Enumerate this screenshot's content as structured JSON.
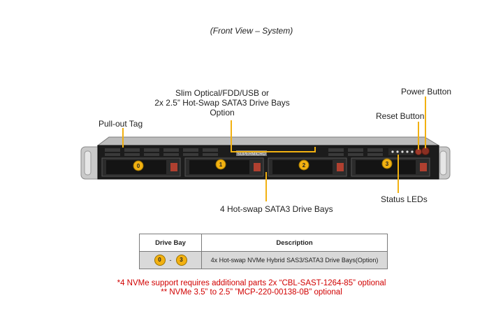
{
  "caption": "(Front View – System)",
  "labels": {
    "pullout_tag": "Pull-out  Tag",
    "slim_optical_lines": [
      "Slim Optical/FDD/USB or",
      "2x 2.5” Hot-Swap  SATA3 Drive Bays",
      "Option"
    ],
    "power_button": "Power Button",
    "reset_button": "Reset Button",
    "status_leds": "Status LEDs",
    "hot_swap_bays": "4 Hot-swap  SATA3 Drive Bays"
  },
  "server": {
    "brand_plate": "SUPERMICRO",
    "bay_numbers": [
      "0",
      "1",
      "2",
      "3"
    ],
    "colors": {
      "accent": "#f2b111",
      "chassis": "#1c1c1c",
      "ear": "#c9c9c9"
    }
  },
  "table": {
    "headers": [
      "Drive Bay",
      "Description"
    ],
    "row": {
      "from": "0",
      "separator": "-",
      "to": "3",
      "description": "4x Hot-swap  NVMe  Hybrid  SAS3/SATA3  Drive  Bays(Option)"
    }
  },
  "notes": [
    "*4 NVMe support requires additional parts 2x “CBL-SAST-1264-85” optional",
    "** NVMe 3.5” to 2.5” ”MCP-220-00138-0B” optional"
  ]
}
